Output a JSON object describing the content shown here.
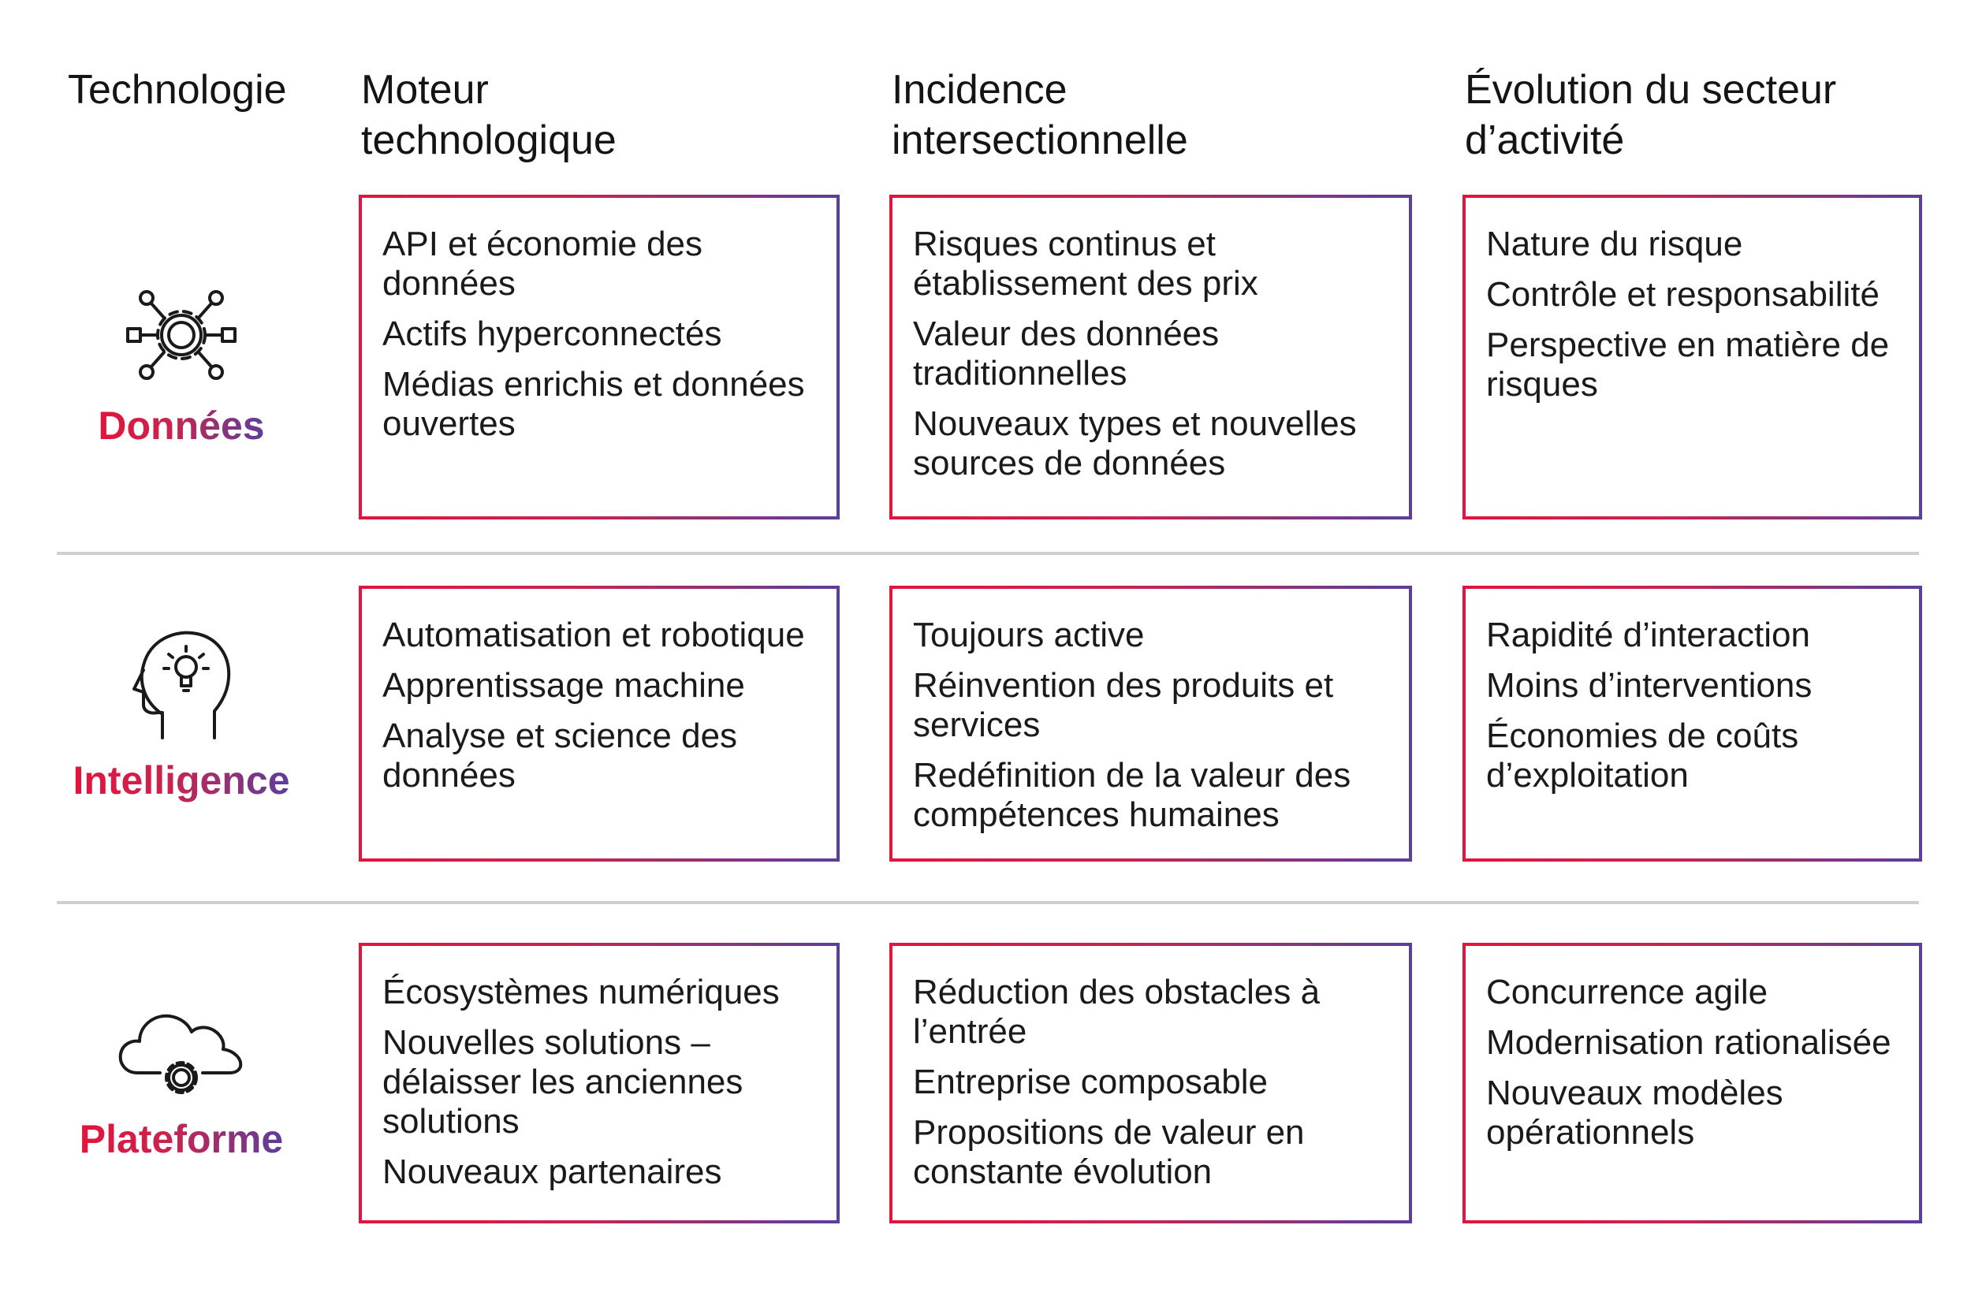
{
  "headers": {
    "technology": "Technologie",
    "driver": "Moteur\ntechnologique",
    "impact": "Incidence\nintersectionnelle",
    "evolution": "Évolution du secteur\nd’activité"
  },
  "rows": [
    {
      "label": "Données",
      "icon": "data-network-gear-icon",
      "driver": [
        "API et économie des données",
        "Actifs hyperconnectés",
        "Médias enrichis et données ouvertes"
      ],
      "impact": [
        "Risques continus et établissement des prix",
        "Valeur des données traditionnelles",
        "Nouveaux types et nouvelles sources de données"
      ],
      "evolution": [
        "Nature du risque",
        "Contrôle et responsabilité",
        "Perspective en matière de risques"
      ]
    },
    {
      "label": "Intelligence",
      "icon": "head-lightbulb-icon",
      "driver": [
        "Automatisation et robotique",
        "Apprentissage machine",
        "Analyse et science des données"
      ],
      "impact": [
        "Toujours active",
        "Réinvention des produits et services",
        "Redéfinition de la valeur des compétences humaines"
      ],
      "evolution": [
        "Rapidité d’interaction",
        "Moins d’interventions",
        "Économies de coûts d’exploitation"
      ]
    },
    {
      "label": "Plateforme",
      "icon": "cloud-gear-icon",
      "driver": [
        "Écosystèmes numériques",
        "Nouvelles solutions – délaisser les anciennes solutions",
        "Nouveaux partenaires"
      ],
      "impact": [
        "Réduction des obstacles à l’entrée",
        "Entreprise composable",
        "Propositions de valeur en constante évolution"
      ],
      "evolution": [
        "Concurrence agile",
        "Modernisation rationalisée",
        "Nouveaux modèles opérationnels"
      ]
    }
  ],
  "colors": {
    "gradient_start": "#e3143d",
    "gradient_mid": "#c8244f",
    "gradient_end": "#5b3e9c",
    "divider": "#cfcfcf",
    "text": "#1a1a1a"
  }
}
